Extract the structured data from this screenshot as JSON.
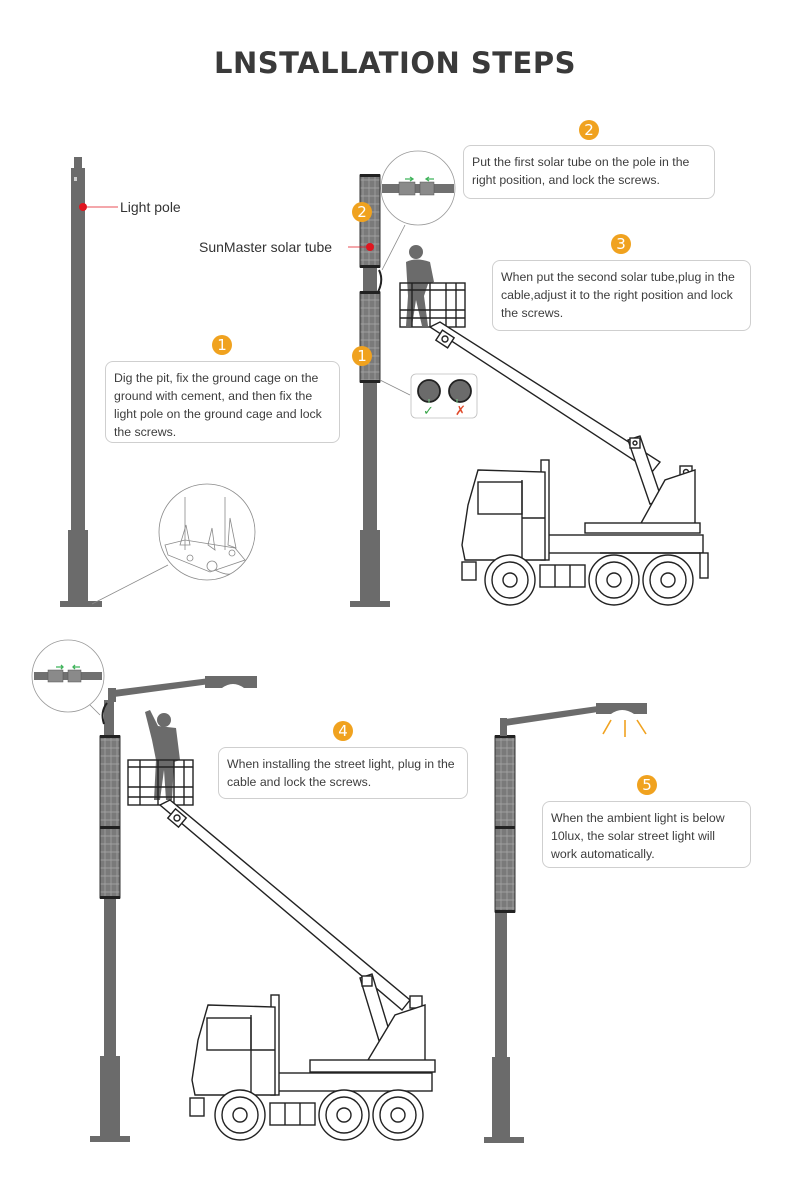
{
  "title": "LNSTALLATION STEPS",
  "colors": {
    "badge": "#f0a21f",
    "pole": "#6b6b6b",
    "marker": "#e0151f",
    "check": "#3aa64a",
    "cross": "#e04a2a",
    "connector_arrow": "#3fb35a",
    "light_beam": "#f0a21f"
  },
  "labels": {
    "light_pole": "Light pole",
    "solar_tube": "SunMaster solar tube"
  },
  "steps": [
    {
      "number": "1",
      "text": "Dig the pit, fix the ground cage on the ground with cement, and then fix the light pole on the ground cage and lock the screws."
    },
    {
      "number": "2",
      "text": "Put the first solar tube on the pole in the right position, and lock the screws."
    },
    {
      "number": "3",
      "text": "When put the second solar tube,plug in the cable,adjust it to the right position and lock the screws."
    },
    {
      "number": "4",
      "text": "When installing the street light, plug in the cable and lock the screws."
    },
    {
      "number": "5",
      "text": "When the ambient light is below 10lux, the solar street light will work automatically."
    }
  ],
  "tube_badges": [
    "2",
    "1"
  ],
  "alignment_check": {
    "correct_symbol": "✓",
    "wrong_symbol": "✗"
  },
  "icons": [
    "light-pole",
    "solar-tube",
    "bucket-truck",
    "worker",
    "ground-cage-detail",
    "cable-connector-detail",
    "street-light-head",
    "light-beam"
  ]
}
